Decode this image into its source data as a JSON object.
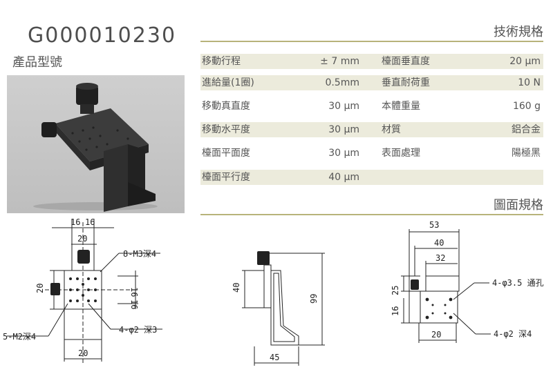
{
  "header": {
    "model_no": "G000010230",
    "model_label": "產品型號"
  },
  "sections": {
    "tech_spec_title": "技術規格",
    "drawing_title": "圖面規格"
  },
  "specs": [
    {
      "l_label": "移動行程",
      "l_value": "± 7 mm",
      "r_label": "檯面垂直度",
      "r_value": "20 μm"
    },
    {
      "l_label": "進給量(1圈)",
      "l_value": "0.5mm",
      "r_label": "垂直耐荷重",
      "r_value": "10 N"
    },
    {
      "l_label": "移動真直度",
      "l_value": "30 μm",
      "r_label": "本體重量",
      "r_value": "160 g"
    },
    {
      "l_label": "移動水平度",
      "l_value": "30 μm",
      "r_label": "材質",
      "r_value": "鋁合金"
    },
    {
      "l_label": "檯面平面度",
      "l_value": "30 μm",
      "r_label": "表面處理",
      "r_value": "陽極黑"
    },
    {
      "l_label": "檯面平行度",
      "l_value": "40 μm",
      "r_label": "",
      "r_value": ""
    }
  ],
  "drawing_left": {
    "dim_16a": "16",
    "dim_16b": "16",
    "dim_20_top": "20",
    "note_m3": "8-M3深4",
    "dim_side_20": "20",
    "dim_side_16a": "16",
    "dim_side_16b": "16",
    "note_m2": "5-M2深4",
    "note_phi2": "4-φ2 深3",
    "dim_bottom_20": "20"
  },
  "drawing_mid": {
    "dim_40": "40",
    "dim_99": "99",
    "dim_45": "45"
  },
  "drawing_right": {
    "dim_53": "53",
    "dim_40": "40",
    "dim_32": "32",
    "note_phi35": "4-φ3.5 通孔",
    "dim_25": "25",
    "dim_16": "16",
    "note_phi2": "4-φ2 深4",
    "dim_20": "20"
  }
}
